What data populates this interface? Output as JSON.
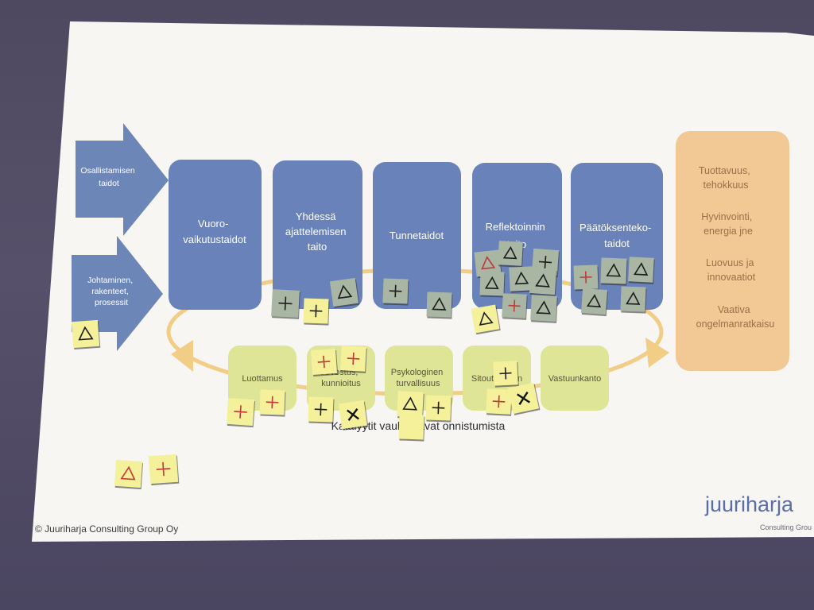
{
  "left_arrows": [
    {
      "label_lines": [
        "Osallistamisen",
        "taidot"
      ]
    },
    {
      "label_lines": [
        "Johtaminen,",
        "rakenteet,",
        "prosessit"
      ]
    }
  ],
  "steps": [
    {
      "label_lines": [
        "Vuoro-",
        "vaikutustaidot"
      ]
    },
    {
      "label_lines": [
        "Yhdessä",
        "ajattelemisen",
        "taito"
      ]
    },
    {
      "label_lines": [
        "Tunnetaidot"
      ]
    },
    {
      "label_lines": [
        "Reflektoinnin",
        "taito"
      ]
    },
    {
      "label_lines": [
        "Päätöksenteko-",
        "taidot"
      ]
    }
  ],
  "catalysts": [
    {
      "label_lines": [
        "Luottamus"
      ]
    },
    {
      "label_lines": [
        "Arvostus,",
        "kunnioitus"
      ]
    },
    {
      "label_lines": [
        "Psykologinen",
        "turvallisuus"
      ]
    },
    {
      "label_lines": [
        "Sitoutuminen"
      ]
    },
    {
      "label_lines": [
        "Vastuunkanto"
      ]
    }
  ],
  "outcomes": [
    {
      "label_lines": [
        "Tuottavuus,",
        "tehokkuus"
      ]
    },
    {
      "label_lines": [
        "Hyvinvointi,",
        "energia jne"
      ]
    },
    {
      "label_lines": [
        "Luovuus ja",
        "innovaatiot"
      ]
    },
    {
      "label_lines": [
        "Vaativa",
        "ongelmanratkaisu"
      ]
    }
  ],
  "caption": "Katalyytit vauhdittavat onnistumista",
  "copyright": "© Juuriharja Consulting Group Oy",
  "logo": {
    "name": "juuriharja",
    "tagline": "Consulting Grou"
  },
  "colors": {
    "blue_box": "#6982ba",
    "catalyst_box": "#dfe596",
    "outcome_box": "#f2c994",
    "ring": "#f1cd86",
    "note_yellow": "#f4f19a",
    "note_grey": "#a9b6a4",
    "marker_red": "#c1393a",
    "marker_black": "#1c1c1c"
  },
  "sticky_notes": [
    {
      "color": "yellow",
      "mark": "triangle",
      "ink": "black"
    },
    {
      "color": "grey",
      "mark": "plus",
      "ink": "black"
    },
    {
      "color": "yellow",
      "mark": "plus",
      "ink": "black"
    },
    {
      "color": "grey",
      "mark": "triangle",
      "ink": "black"
    },
    {
      "color": "grey",
      "mark": "plus",
      "ink": "black"
    },
    {
      "color": "grey",
      "mark": "triangle",
      "ink": "black"
    },
    {
      "color": "grey",
      "mark": "triangle",
      "ink": "red"
    },
    {
      "color": "grey",
      "mark": "triangle",
      "ink": "black"
    },
    {
      "color": "grey",
      "mark": "plus",
      "ink": "black"
    },
    {
      "color": "grey",
      "mark": "triangle",
      "ink": "black"
    },
    {
      "color": "grey",
      "mark": "triangle",
      "ink": "black"
    },
    {
      "color": "grey",
      "mark": "triangle",
      "ink": "black"
    },
    {
      "color": "grey",
      "mark": "plus",
      "ink": "red"
    },
    {
      "color": "grey",
      "mark": "triangle",
      "ink": "black"
    },
    {
      "color": "yellow",
      "mark": "triangle",
      "ink": "black"
    },
    {
      "color": "grey",
      "mark": "plus",
      "ink": "red"
    },
    {
      "color": "grey",
      "mark": "triangle",
      "ink": "black"
    },
    {
      "color": "grey",
      "mark": "triangle",
      "ink": "black"
    },
    {
      "color": "grey",
      "mark": "triangle",
      "ink": "black"
    },
    {
      "color": "grey",
      "mark": "triangle",
      "ink": "black"
    },
    {
      "color": "yellow",
      "mark": "plus",
      "ink": "red"
    },
    {
      "color": "yellow",
      "mark": "plus",
      "ink": "red"
    },
    {
      "color": "yellow",
      "mark": "plus",
      "ink": "red"
    },
    {
      "color": "yellow",
      "mark": "plus",
      "ink": "red"
    },
    {
      "color": "yellow",
      "mark": "plus",
      "ink": "black"
    },
    {
      "color": "yellow",
      "mark": "cross",
      "ink": "black"
    },
    {
      "color": "yellow",
      "mark": "triangle",
      "ink": "black"
    },
    {
      "color": "yellow",
      "mark": "plus",
      "ink": "black"
    },
    {
      "color": "yellow",
      "mark": "plus",
      "ink": "black"
    },
    {
      "color": "yellow",
      "mark": "plus",
      "ink": "red"
    },
    {
      "color": "yellow",
      "mark": "cross",
      "ink": "black"
    },
    {
      "color": "yellow",
      "mark": "triangle",
      "ink": "red"
    },
    {
      "color": "yellow",
      "mark": "plus",
      "ink": "red"
    },
    {
      "color": "yellow",
      "mark": "blank",
      "ink": "black"
    }
  ]
}
